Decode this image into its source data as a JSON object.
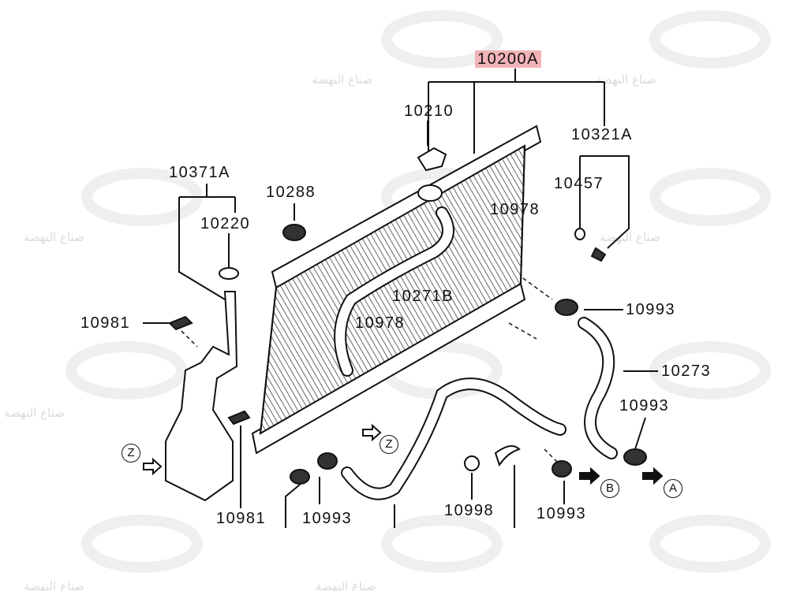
{
  "diagram": {
    "title_part": "10200A",
    "watermark": "صناع النهضة",
    "labels": {
      "p10210": "10210",
      "p10321A": "10321A",
      "p10457": "10457",
      "p10288": "10288",
      "p10978_top": "10978",
      "p10371A": "10371A",
      "p10220": "10220",
      "p10271B": "10271B",
      "p10993_right": "10993",
      "p10981_left": "10981",
      "p10978_mid": "10978",
      "p10273": "10273",
      "p10993_clamp": "10993",
      "p10981_bottom": "10981",
      "p10993_bottom_left": "10993",
      "p10998": "10998",
      "p10993_bottom_right": "10993"
    },
    "callouts": {
      "z_left": "Z",
      "z_mid": "Z",
      "b": "B",
      "a": "A"
    },
    "colors": {
      "highlight": "#f2b3b8",
      "line": "#111111",
      "watermark": "#d9dcdc"
    }
  }
}
